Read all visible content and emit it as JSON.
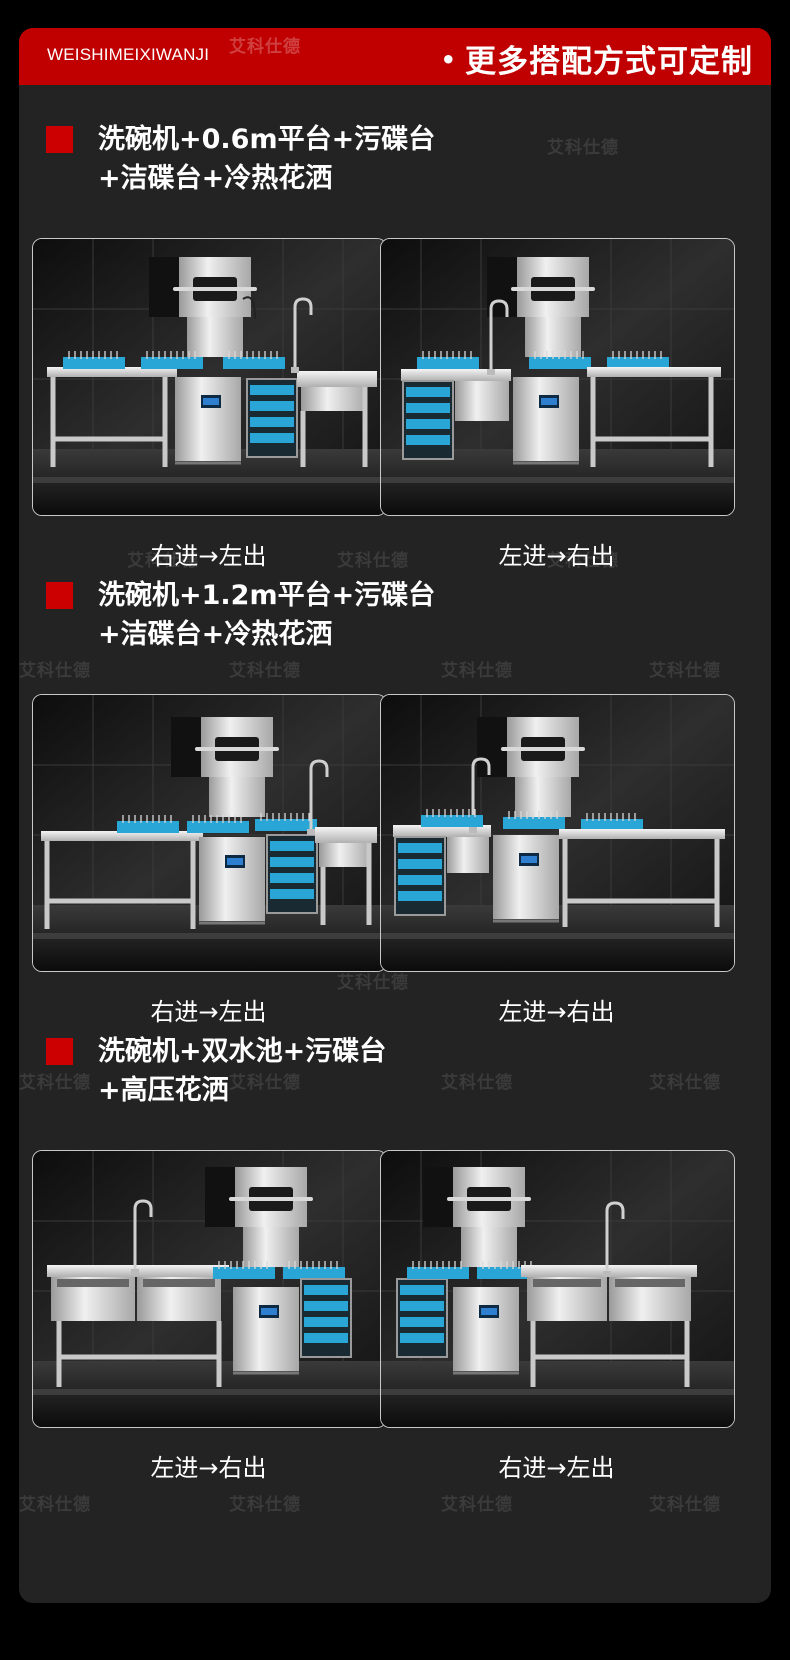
{
  "header": {
    "latin": "WEISHIMEIXIWANJI",
    "bullet": "•",
    "title": "更多搭配方式可定制"
  },
  "watermark": "艾科仕德",
  "sections": [
    {
      "title_line1": "洗碗机+0.6m平台+污碟台",
      "title_line2": "+洁碟台+冷热花洒",
      "left_caption": "右进→左出",
      "right_caption": "左进→右出"
    },
    {
      "title_line1": "洗碗机+1.2m平台+污碟台",
      "title_line2": "+洁碟台+冷热花洒",
      "left_caption": "右进→左出",
      "right_caption": "左进→右出"
    },
    {
      "title_line1": "洗碗机+双水池+污碟台",
      "title_line2": "+高压花洒",
      "left_caption": "左进→右出",
      "right_caption": "右进→左出"
    }
  ],
  "colors": {
    "header_red": "#c00000",
    "marker_red": "#cc0000",
    "panel_bg": "#232323",
    "rack_blue": "#2aa6d6"
  }
}
